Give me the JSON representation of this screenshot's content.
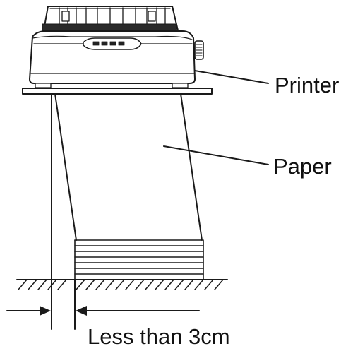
{
  "labels": {
    "printer": "Printer",
    "paper": "Paper",
    "clearance": "Less than 3cm"
  },
  "icons": [
    "printer-icon",
    "paper-stack-icon",
    "floor-hatching-icon",
    "dimension-arrows-icon"
  ],
  "colors": {
    "line": "#1a1a1a",
    "background": "#ffffff"
  }
}
